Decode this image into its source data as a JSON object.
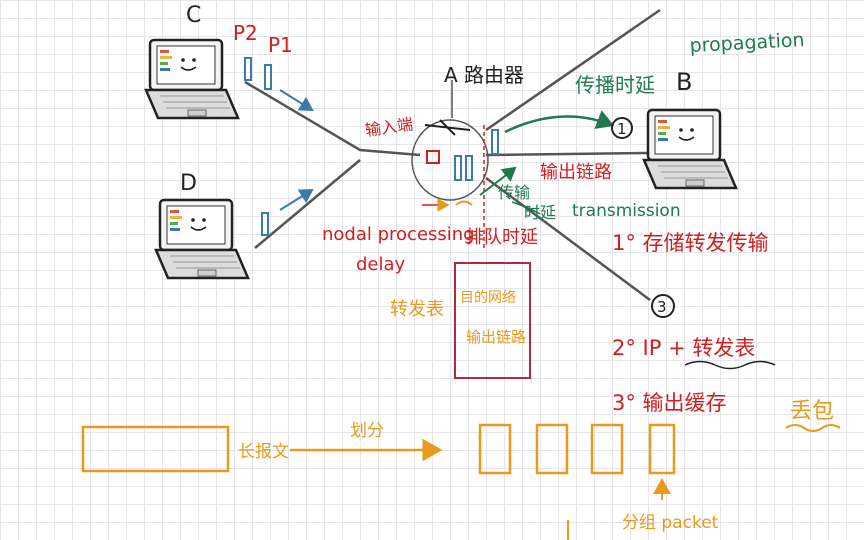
{
  "labels": {
    "c": "C",
    "p2": "P2",
    "p1": "P1",
    "d": "D",
    "b": "B",
    "router": "A 路由器",
    "propagation": "propagation",
    "propagation_delay": "传播时延",
    "input_port": "输入端",
    "output_link": "输出链路",
    "transmission_delay_a": "传输",
    "transmission_delay_b": "时延",
    "transmission": "transmission",
    "queueing_delay": "排队时延",
    "nodal_1": "nodal processing",
    "nodal_2": "delay",
    "forwarding_table": "转发表",
    "box_line1": "目的网络",
    "box_line2": "输出链路",
    "note1": "1° 存储转发传输",
    "note2": "2° IP + 转发表",
    "note3": "3° 输出缓存",
    "packet_loss": "丢包",
    "long_message": "长报文",
    "split": "划分",
    "packet": "分组 packet",
    "circle1": "1",
    "circle3": "3"
  },
  "colors": {
    "red": "#d11f1f",
    "green": "#1f7a4f",
    "orange": "#e89a1a",
    "blue": "#3a7ca5",
    "link": "#555555"
  },
  "icons": [
    "laptop-icon",
    "laptop-icon",
    "laptop-icon"
  ]
}
